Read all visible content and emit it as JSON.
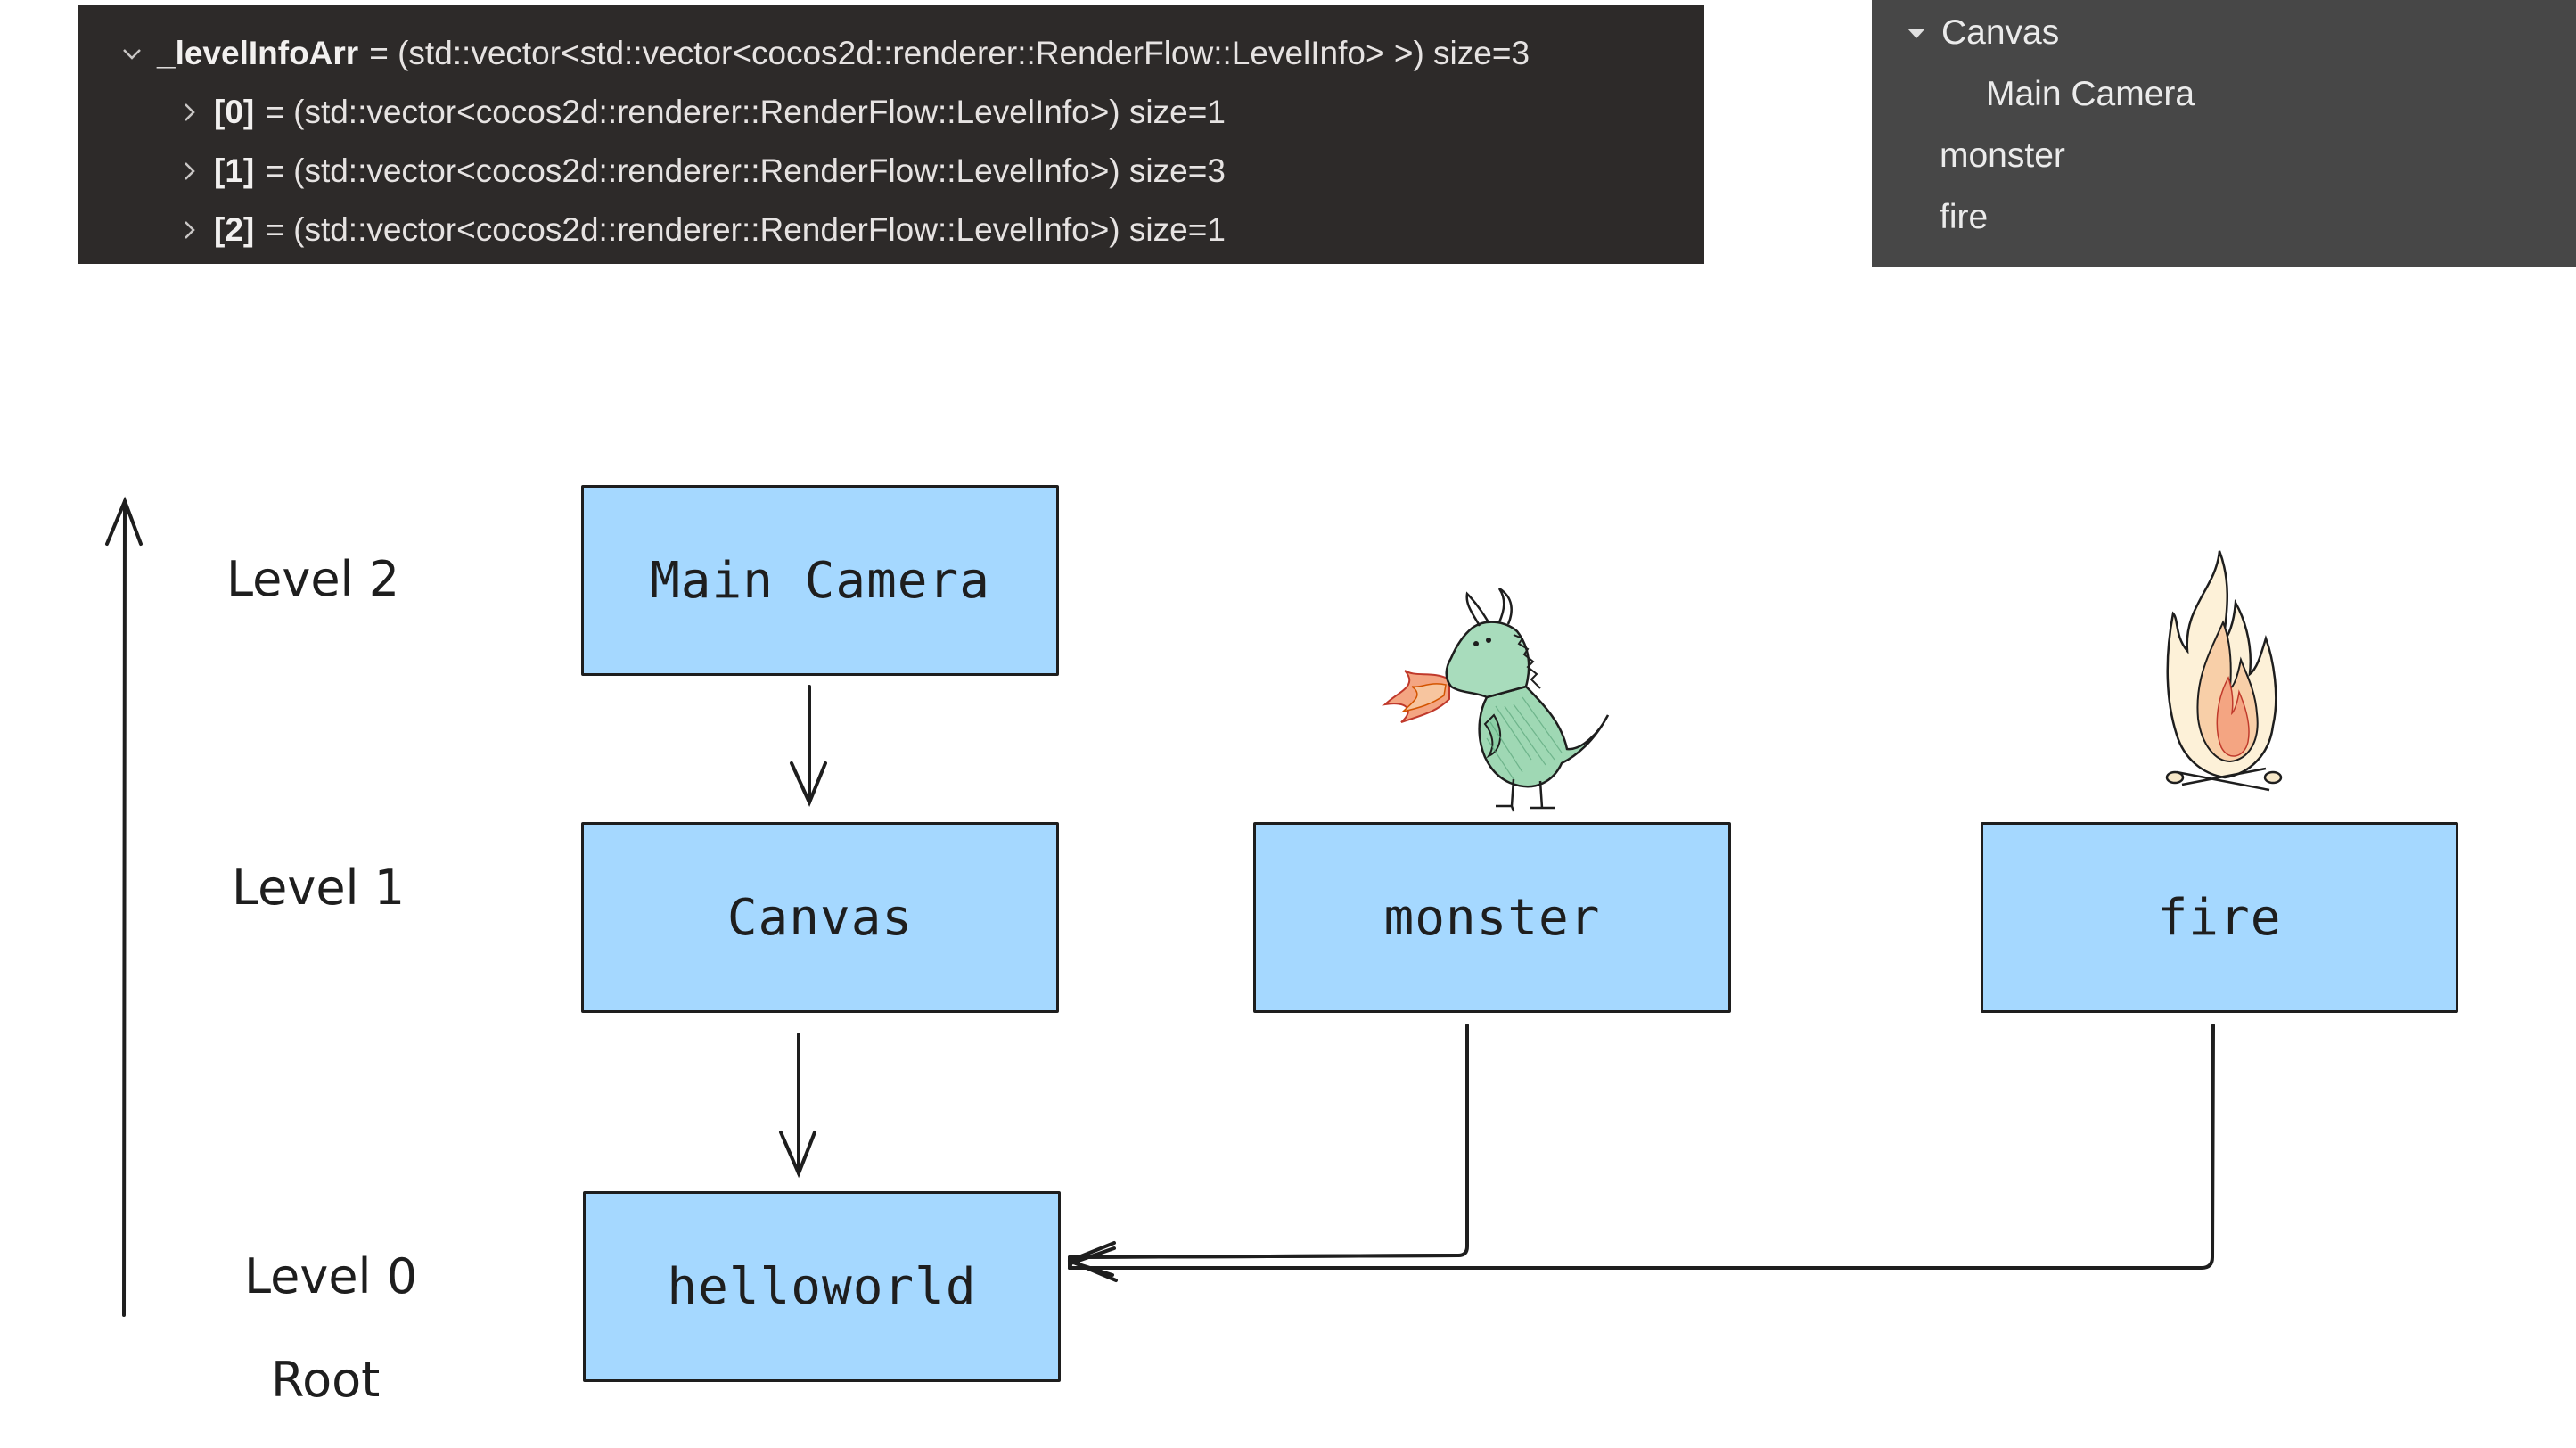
{
  "debugger": {
    "root": {
      "name": "_levelInfoArr",
      "value": "= (std::vector<std::vector<cocos2d::renderer::RenderFlow::LevelInfo> >) size=3"
    },
    "children": [
      {
        "name": "[0]",
        "value": "= (std::vector<cocos2d::renderer::RenderFlow::LevelInfo>) size=1"
      },
      {
        "name": "[1]",
        "value": "= (std::vector<cocos2d::renderer::RenderFlow::LevelInfo>) size=3"
      },
      {
        "name": "[2]",
        "value": "= (std::vector<cocos2d::renderer::RenderFlow::LevelInfo>) size=1"
      }
    ]
  },
  "hierarchy": {
    "items": [
      "Canvas",
      "Main Camera",
      "monster",
      "fire"
    ]
  },
  "diagram": {
    "levels": [
      "Level 2",
      "Level 1",
      "Level 0",
      "Root"
    ],
    "nodes": {
      "main_camera": "Main Camera",
      "canvas": "Canvas",
      "monster": "monster",
      "fire": "fire",
      "helloworld": "helloworld"
    }
  },
  "colors": {
    "node_fill": "#a5d8ff",
    "debug_bg": "#2d2a29",
    "hierarchy_bg": "#474747",
    "stroke": "#1e1e1e"
  }
}
